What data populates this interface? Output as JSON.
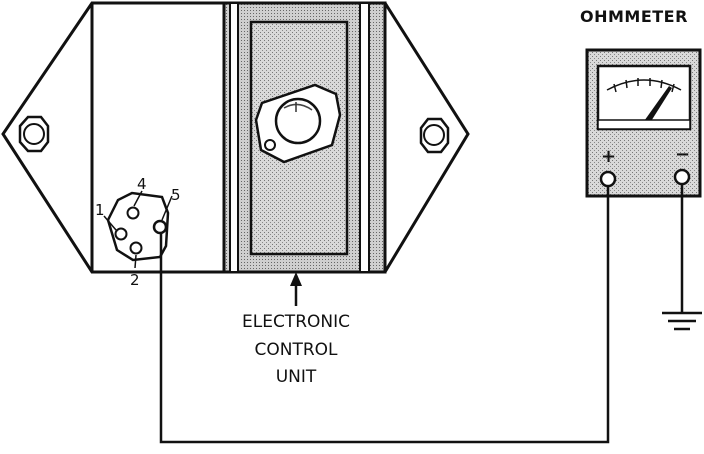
{
  "labels": {
    "ohmmeter": "OHMMETER",
    "ecu_line1": "ELECTRONIC",
    "ecu_line2": "CONTROL",
    "ecu_line3": "UNIT",
    "plus": "+",
    "minus": "−"
  },
  "pins": [
    "1",
    "2",
    "4",
    "5"
  ]
}
